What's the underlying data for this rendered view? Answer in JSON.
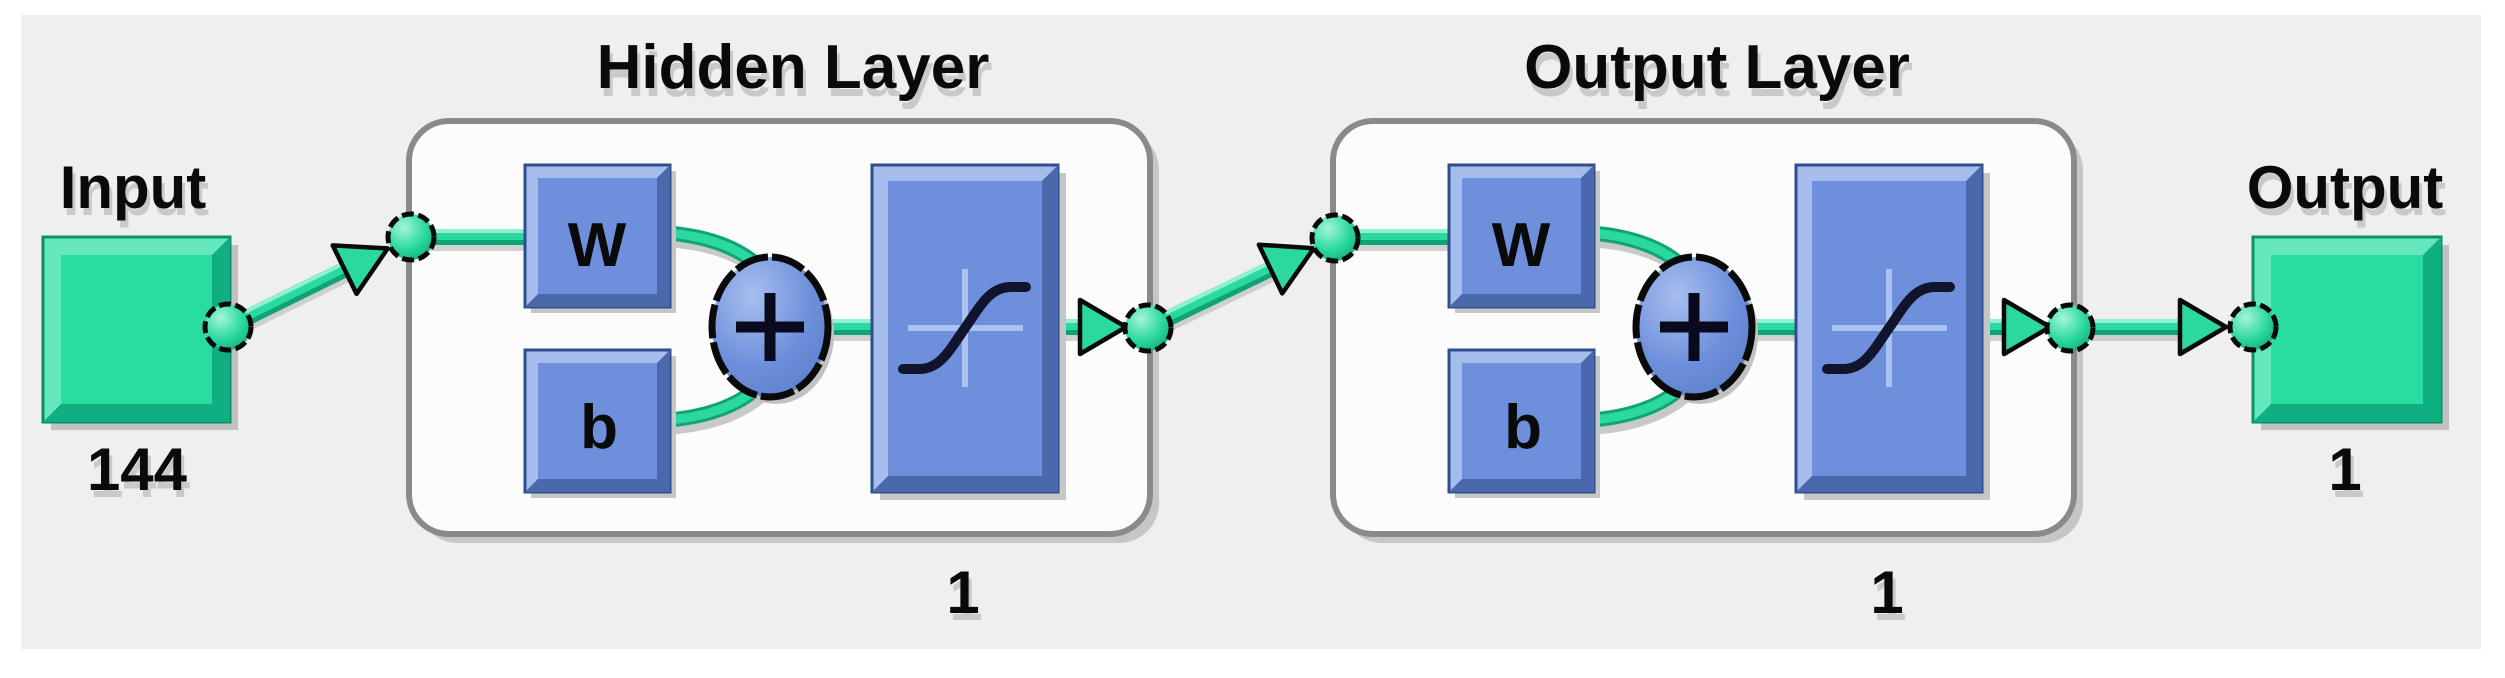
{
  "diagram": {
    "input": {
      "label": "Input",
      "size": "144"
    },
    "hidden_layer": {
      "title": "Hidden Layer",
      "weight_label": "W",
      "bias_label": "b",
      "size": "1",
      "sum_symbol": "+"
    },
    "output_layer": {
      "title": "Output Layer",
      "weight_label": "W",
      "bias_label": "b",
      "size": "1",
      "sum_symbol": "+"
    },
    "output": {
      "label": "Output",
      "size": "1"
    },
    "icons": {
      "sum": "plus-icon",
      "transfer_function": "sigmoid-curve-icon",
      "connector": "arrowhead-icon",
      "junction": "node-circle-icon"
    },
    "colors": {
      "canvas": "#EFEFEF",
      "green": "#2BD9A0",
      "green_light": "#8FF0D2",
      "green_dark": "#0FA478",
      "green_border": "#0B8F69",
      "blue": "#6E90DC",
      "blue_light": "#A6BCEC",
      "blue_dark": "#4A69AC",
      "blue_border": "#2F4E8C",
      "box_fill": "#FCFCFC",
      "box_border": "#8A8A8A",
      "shadow": "#C6C6C6",
      "text": "#0A0A0A"
    }
  }
}
